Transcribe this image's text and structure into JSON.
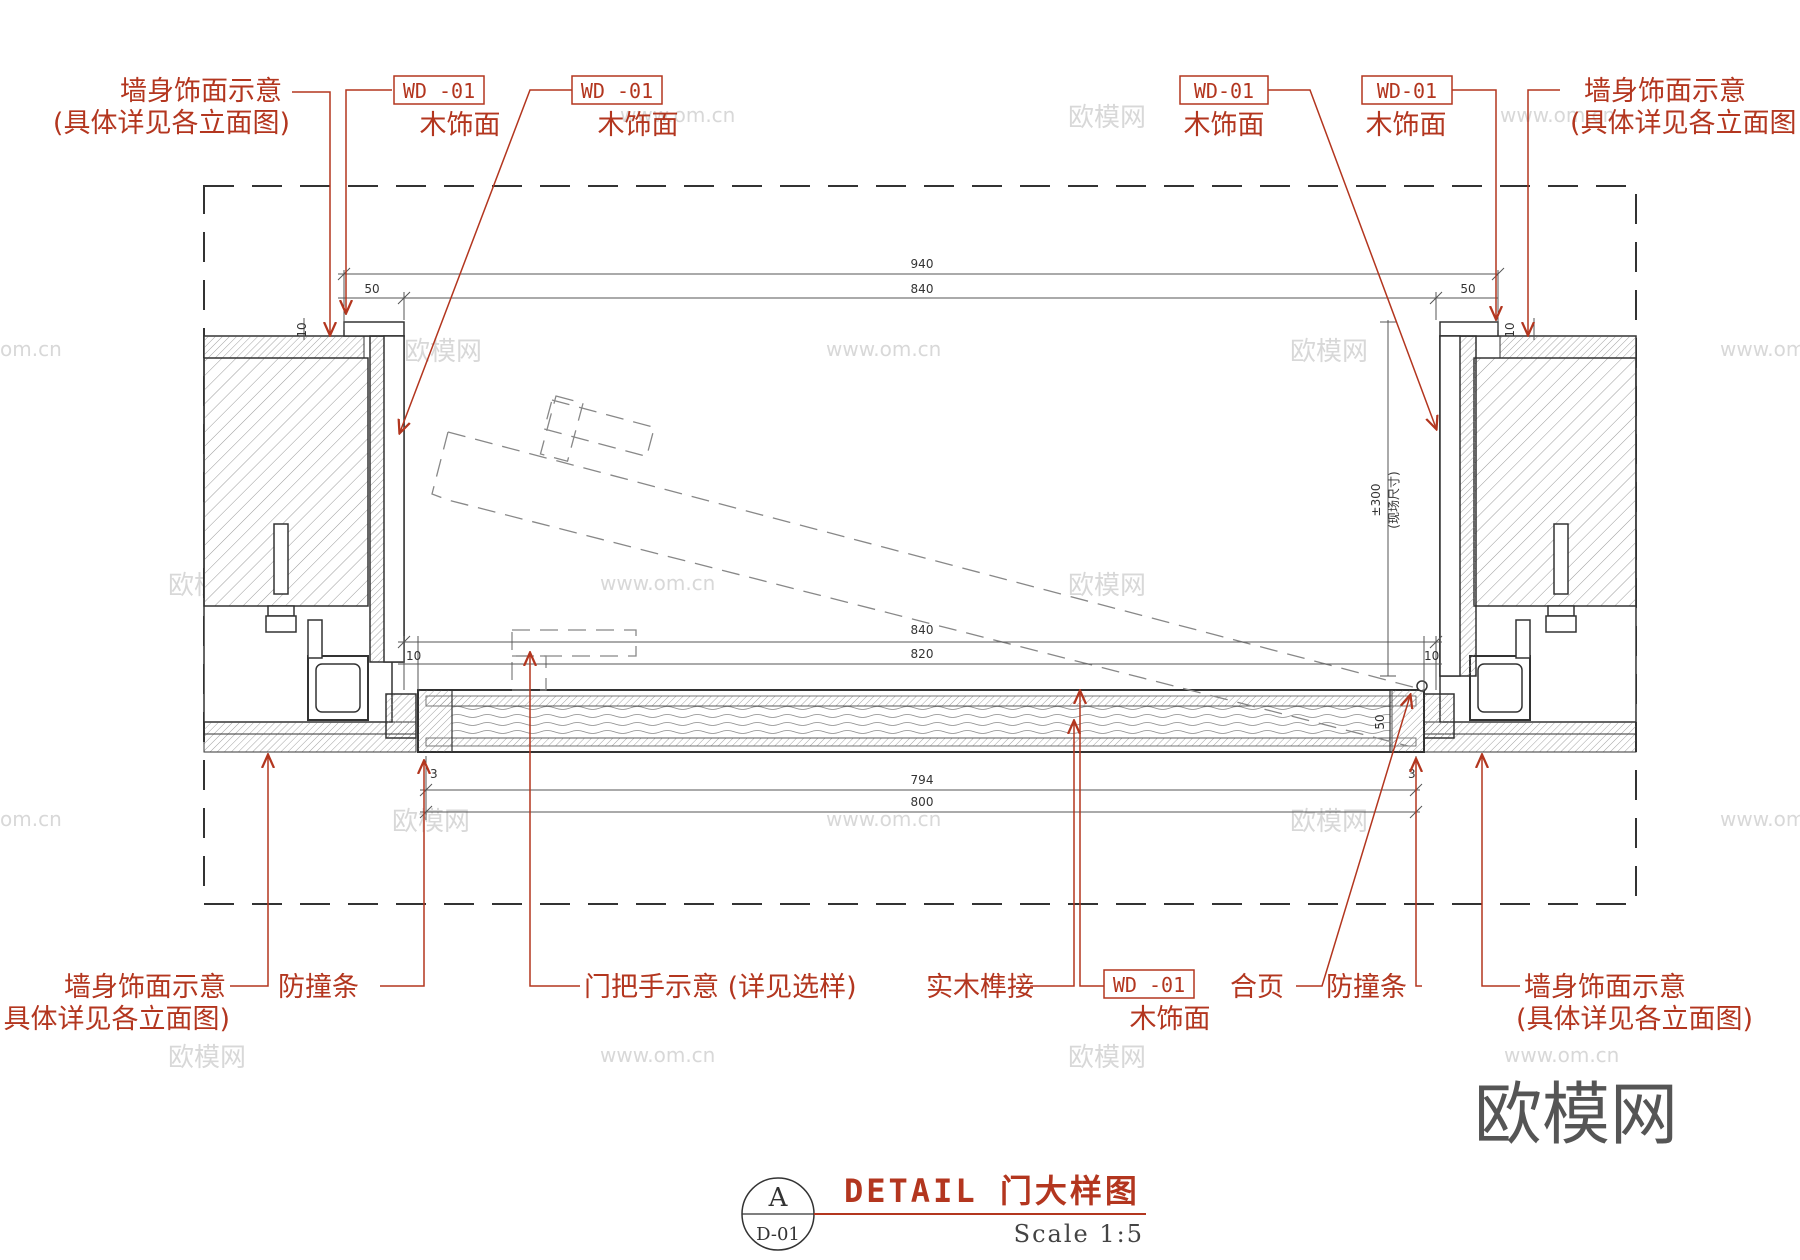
{
  "callouts": {
    "wall_finish_top_left": [
      "墙身饰面示意",
      "(具体详见各立面图)"
    ],
    "wall_finish_top_right": [
      "墙身饰面示意",
      "(具体详见各立面图"
    ],
    "wall_finish_bottom_left": [
      "墙身饰面示意",
      "具体详见各立面图)"
    ],
    "wall_finish_bottom_right": [
      "墙身饰面示意",
      "(具体详见各立面图)"
    ],
    "wd_tags": [
      {
        "code": "WD -01",
        "label": "木饰面"
      },
      {
        "code": "WD -01",
        "label": "木饰面"
      },
      {
        "code": "WD-01",
        "label": "木饰面"
      },
      {
        "code": "WD-01",
        "label": "木饰面"
      },
      {
        "code": "WD -01",
        "label": "木饰面"
      }
    ],
    "bumper_left": "防撞条",
    "bumper_right": "防撞条",
    "handle": "门把手示意 (详见选样)",
    "tenon": "实木榫接",
    "hinge": "合页"
  },
  "dimensions": {
    "top_overall": "940",
    "top_inner": "840",
    "side_left": "50",
    "side_right": "50",
    "small_left": "10",
    "small_right": "10",
    "mid_840": "840",
    "mid_820": "820",
    "mid_10_left": "10",
    "mid_10_right": "10",
    "depth": "±300",
    "depth_note": "(现场尺寸)",
    "door_thickness": "50",
    "bottom_794": "794",
    "bottom_800": "800",
    "gap_left": "3",
    "gap_right": "3"
  },
  "title_block": {
    "marker": "A",
    "sheet": "D-01",
    "title": "DETAIL 门大样图",
    "scale": "Scale 1:5"
  },
  "watermarks": {
    "site": "www.om.cn",
    "brand": "欧模网",
    "brand_large": "欧模网",
    "corner": "om.cn"
  },
  "colors": {
    "annotation": "#b3361f",
    "linework": "#333333",
    "hatch": "#888888"
  }
}
